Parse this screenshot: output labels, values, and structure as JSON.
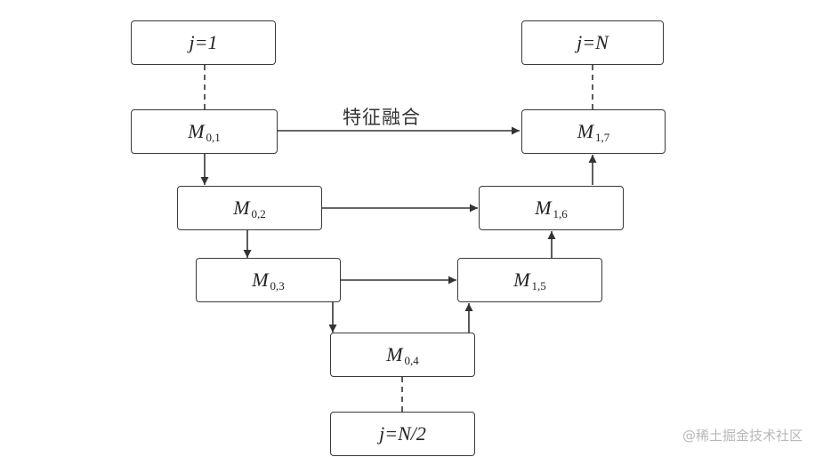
{
  "nodes": {
    "j1": {
      "text": "j=1"
    },
    "jN": {
      "text": "j=N"
    },
    "jN2": {
      "text": "j=N/2"
    },
    "m01": {
      "main": "M",
      "sub": "0,1"
    },
    "m02": {
      "main": "M",
      "sub": "0,2"
    },
    "m03": {
      "main": "M",
      "sub": "0,3"
    },
    "m04": {
      "main": "M",
      "sub": "0,4"
    },
    "m15": {
      "main": "M",
      "sub": "1,5"
    },
    "m16": {
      "main": "M",
      "sub": "1,6"
    },
    "m17": {
      "main": "M",
      "sub": "1,7"
    }
  },
  "edge_label": "特征融合",
  "watermark": "@稀土掘金技术社区"
}
